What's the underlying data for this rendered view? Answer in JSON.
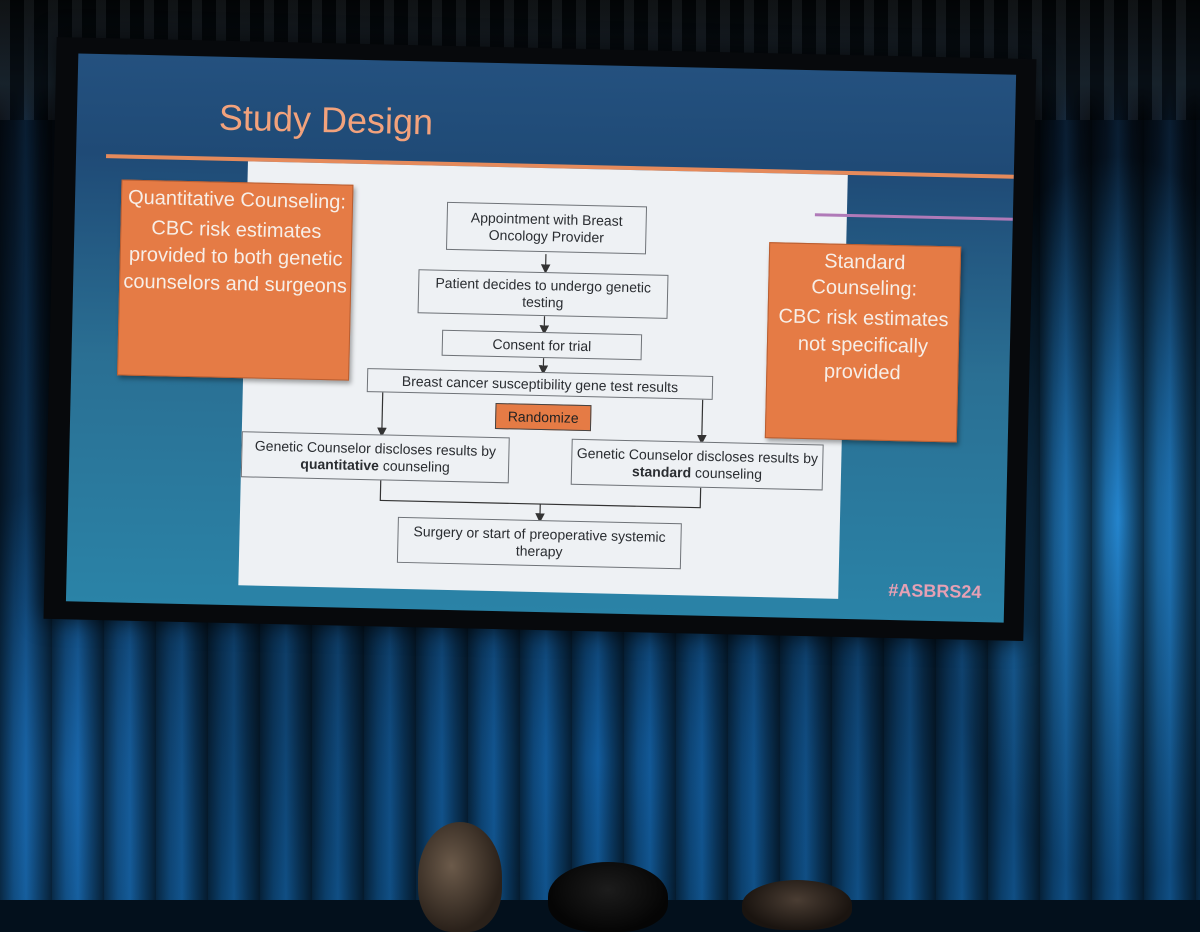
{
  "slide": {
    "title": "Study Design",
    "hashtag": "#ASBRS24",
    "left_callout": {
      "heading": "Quantitative Counseling:",
      "body": "CBC risk estimates provided to both genetic counselors and surgeons"
    },
    "right_callout": {
      "heading": "Standard Counseling:",
      "body": "CBC risk estimates not specifically provided"
    },
    "flow": {
      "step1": "Appointment with Breast Oncology Provider",
      "step2": "Patient decides to undergo genetic testing",
      "step3": "Consent for trial",
      "step4": "Breast cancer susceptibility gene test results",
      "randomize": "Randomize",
      "arm_left": {
        "prefix": "Genetic Counselor discloses results by",
        "emphasis": "quantitative",
        "suffix": "counseling"
      },
      "arm_right": {
        "prefix": "Genetic Counselor discloses results by",
        "emphasis": "standard",
        "suffix": "counseling"
      },
      "final": "Surgery or start of preoperative systemic therapy"
    }
  },
  "colors": {
    "accent_orange": "#e57b45",
    "title_orange": "#f2a27c",
    "slide_blue": "#24517f",
    "hashtag_pink": "#e6a0b4"
  }
}
